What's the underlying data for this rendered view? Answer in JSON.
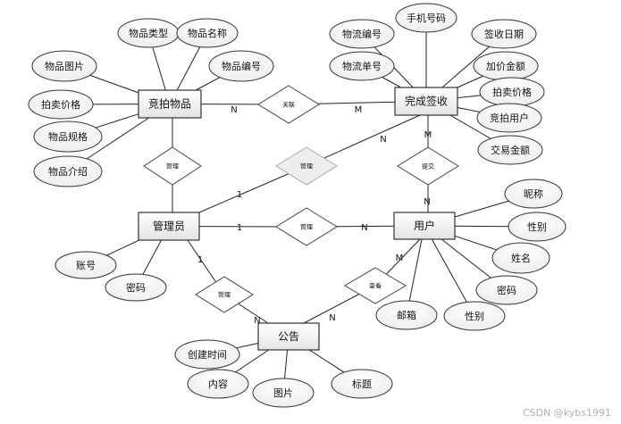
{
  "entities": [
    {
      "id": "item",
      "label": "竞拍物品"
    },
    {
      "id": "sign",
      "label": "完成签收"
    },
    {
      "id": "admin",
      "label": "管理员"
    },
    {
      "id": "user",
      "label": "用户"
    },
    {
      "id": "notice",
      "label": "公告"
    }
  ],
  "attributes": [
    {
      "id": "item_type",
      "label": "物品类型"
    },
    {
      "id": "item_name",
      "label": "物品名称"
    },
    {
      "id": "item_pic",
      "label": "物品图片"
    },
    {
      "id": "item_no",
      "label": "物品编号"
    },
    {
      "id": "item_price",
      "label": "拍卖价格"
    },
    {
      "id": "item_spec",
      "label": "物品规格"
    },
    {
      "id": "item_intro",
      "label": "物品介绍"
    },
    {
      "id": "sign_phone",
      "label": "手机号码"
    },
    {
      "id": "sign_logno",
      "label": "物流编号"
    },
    {
      "id": "sign_date",
      "label": "签收日期"
    },
    {
      "id": "sign_logid",
      "label": "物流单号"
    },
    {
      "id": "sign_add",
      "label": "加价金额"
    },
    {
      "id": "sign_price",
      "label": "拍卖价格"
    },
    {
      "id": "sign_user",
      "label": "竞拍用户"
    },
    {
      "id": "sign_amount",
      "label": "交易金额"
    },
    {
      "id": "admin_acct",
      "label": "账号"
    },
    {
      "id": "admin_pwd",
      "label": "密码"
    },
    {
      "id": "user_nick",
      "label": "昵称"
    },
    {
      "id": "user_gender",
      "label": "性别"
    },
    {
      "id": "user_name",
      "label": "姓名"
    },
    {
      "id": "user_pwd",
      "label": "密码"
    },
    {
      "id": "user_mail",
      "label": "邮箱"
    },
    {
      "id": "user_gender2",
      "label": "性别"
    },
    {
      "id": "notice_time",
      "label": "创建时间"
    },
    {
      "id": "notice_content",
      "label": "内容"
    },
    {
      "id": "notice_pic",
      "label": "图片"
    },
    {
      "id": "notice_title",
      "label": "标题"
    }
  ],
  "relationships": [
    {
      "id": "rel_link",
      "label": "关联",
      "grey": false
    },
    {
      "id": "rel_submit",
      "label": "提交",
      "grey": false
    },
    {
      "id": "rel_item_admin",
      "label": "管理",
      "grey": false
    },
    {
      "id": "rel_admin_sign",
      "label": "管理",
      "grey": true
    },
    {
      "id": "rel_admin_user",
      "label": "管理",
      "grey": false
    },
    {
      "id": "rel_admin_notice",
      "label": "管理",
      "grey": false
    },
    {
      "id": "rel_view",
      "label": "查看",
      "grey": false
    }
  ],
  "cardinalities": [
    {
      "id": "c1",
      "label": "N"
    },
    {
      "id": "c2",
      "label": "M"
    },
    {
      "id": "c3",
      "label": "N"
    },
    {
      "id": "c4",
      "label": "M"
    },
    {
      "id": "c5",
      "label": "N"
    },
    {
      "id": "c6",
      "label": "1"
    },
    {
      "id": "c7",
      "label": "1"
    },
    {
      "id": "c8",
      "label": "N"
    },
    {
      "id": "c9",
      "label": "1"
    },
    {
      "id": "c10",
      "label": "N"
    },
    {
      "id": "c11",
      "label": "M"
    },
    {
      "id": "c12",
      "label": "N"
    }
  ],
  "watermark": "CSDN @kybs1991"
}
